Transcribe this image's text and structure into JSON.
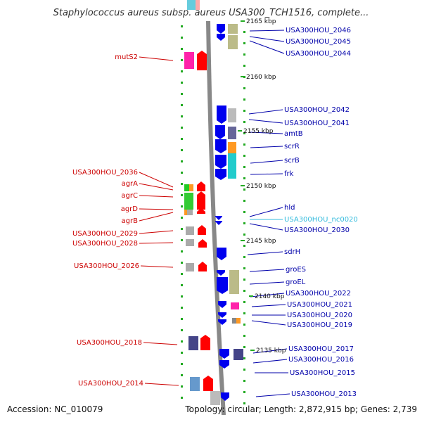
{
  "title": "Staphylococcus aureus subsp. aureus USA300_TCH1516, complete...",
  "footer": {
    "accession": "Accession: NC_010079",
    "topology": "Topology: circular; Length: 2,872,915 bp; Genes: 2,739"
  },
  "colors": {
    "forward_strand": "#ff0000",
    "reverse_strand": "#0000ee",
    "label_left": "#cc0000",
    "label_right": "#0000aa",
    "label_ncrna": "#33bbdd",
    "backbone": "#888888"
  },
  "scale_ticks": [
    "2165 kbp",
    "2160 kbp",
    "2155 kbp",
    "2150 kbp",
    "2145 kbp",
    "2140 kbp",
    "2135 kbp"
  ],
  "left_labels": [
    "mutS2",
    "USA300HOU_2036",
    "agrA",
    "agrC",
    "agrD",
    "agrB",
    "USA300HOU_2029",
    "USA300HOU_2028",
    "USA300HOU_2026",
    "USA300HOU_2018",
    "USA300HOU_2014"
  ],
  "right_labels": [
    "USA300HOU_2046",
    "USA300HOU_2045",
    "USA300HOU_2044",
    "USA300HOU_2042",
    "USA300HOU_2041",
    "amtB",
    "scrR",
    "scrB",
    "frk",
    "hld",
    "USA300HOU_nc0020",
    "USA300HOU_2030",
    "sdrH",
    "groES",
    "groEL",
    "USA300HOU_2022",
    "USA300HOU_2021",
    "USA300HOU_2020",
    "USA300HOU_2019",
    "USA300HOU_2017",
    "USA300HOU_2016",
    "USA300HOU_2015",
    "USA300HOU_2013"
  ]
}
